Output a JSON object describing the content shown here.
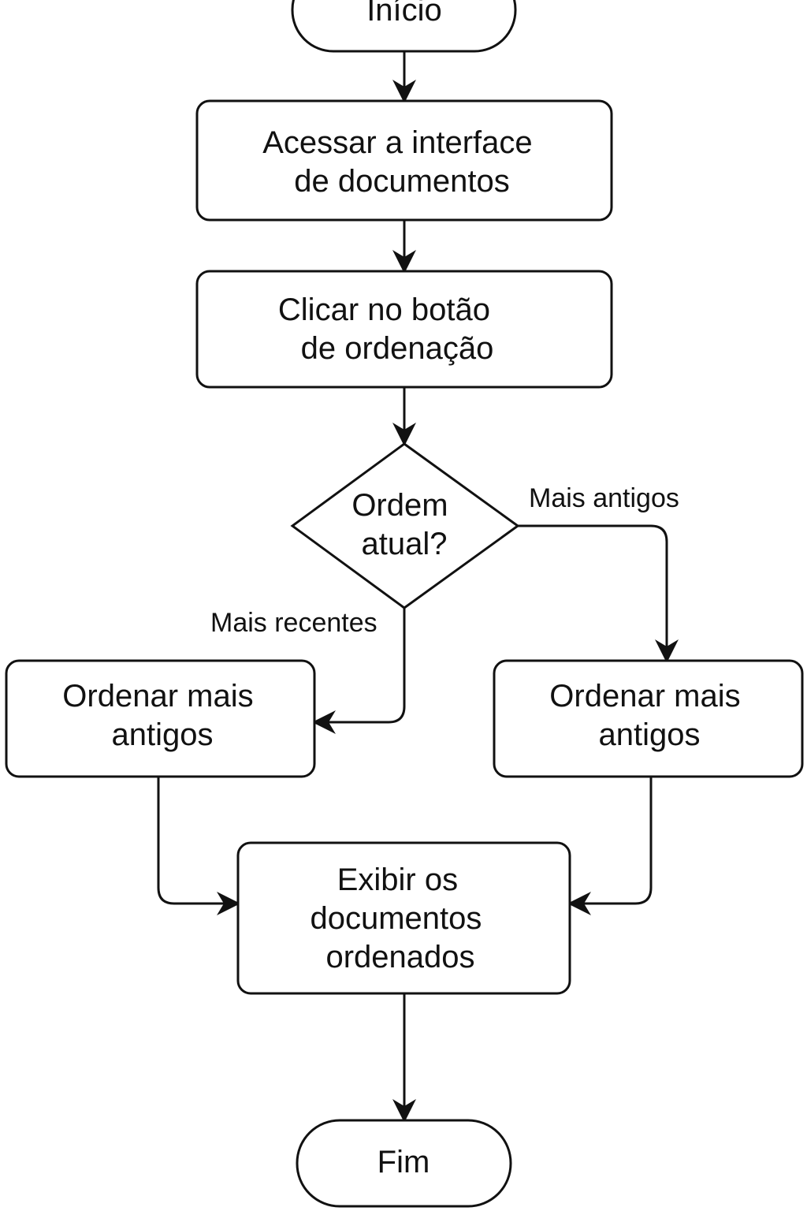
{
  "nodes": {
    "start": {
      "label": "Início"
    },
    "access": {
      "lines": [
        "Acessar a interface",
        "de documentos"
      ]
    },
    "click": {
      "lines": [
        "Clicar no botão",
        "de ordenação"
      ]
    },
    "decision": {
      "lines": [
        "Ordem",
        "atual?"
      ]
    },
    "left_sort": {
      "lines": [
        "Ordenar mais",
        "antigos"
      ]
    },
    "right_sort": {
      "lines": [
        "Ordenar mais",
        "antigos"
      ]
    },
    "display": {
      "lines": [
        "Exibir os",
        "documentos",
        "ordenados"
      ]
    },
    "end": {
      "label": "Fim"
    }
  },
  "edges": {
    "to_left": {
      "label": "Mais recentes"
    },
    "to_right": {
      "label": "Mais antigos"
    }
  },
  "colors": {
    "stroke": "#111111",
    "background": "#ffffff"
  }
}
